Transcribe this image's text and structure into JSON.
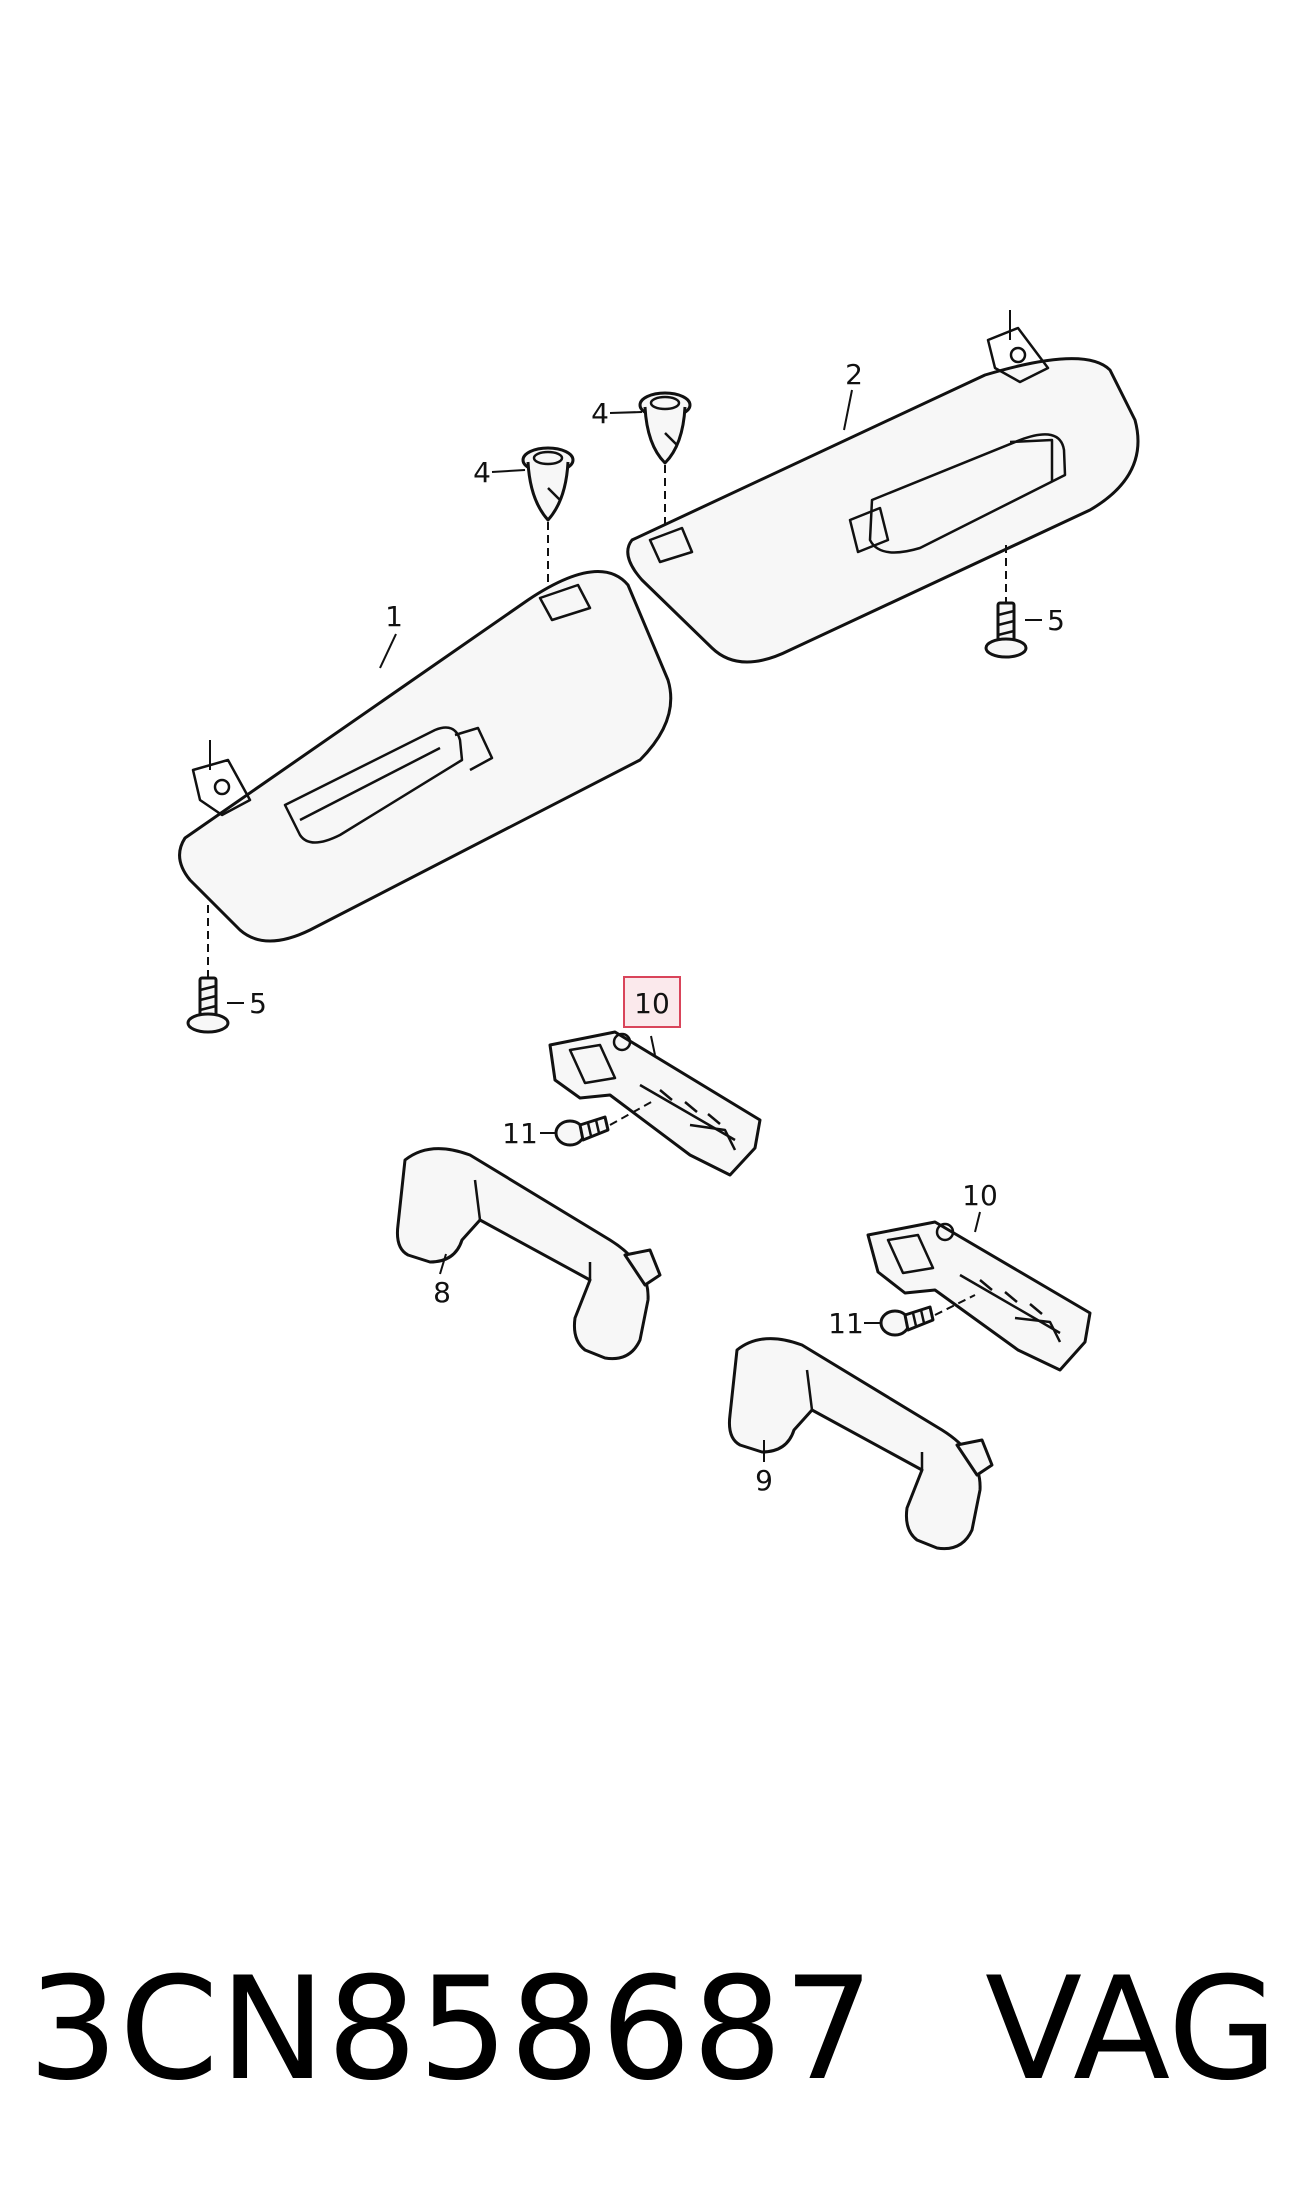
{
  "diagram": {
    "callouts": {
      "sun_visor_left": "1",
      "sun_visor_right": "2",
      "clip_left": "4",
      "clip_right": "4",
      "screw_left": "5",
      "screw_right": "5",
      "grab_handle_front": "8",
      "grab_handle_rear": "9",
      "bracket_highlighted": "10",
      "bracket_second": "10",
      "bolt_front": "11",
      "bolt_rear": "11"
    },
    "highlighted_part": "10",
    "highlight_color": "#d9445a"
  },
  "footer": {
    "part_number": "3CN858687",
    "brand": "VAG"
  }
}
